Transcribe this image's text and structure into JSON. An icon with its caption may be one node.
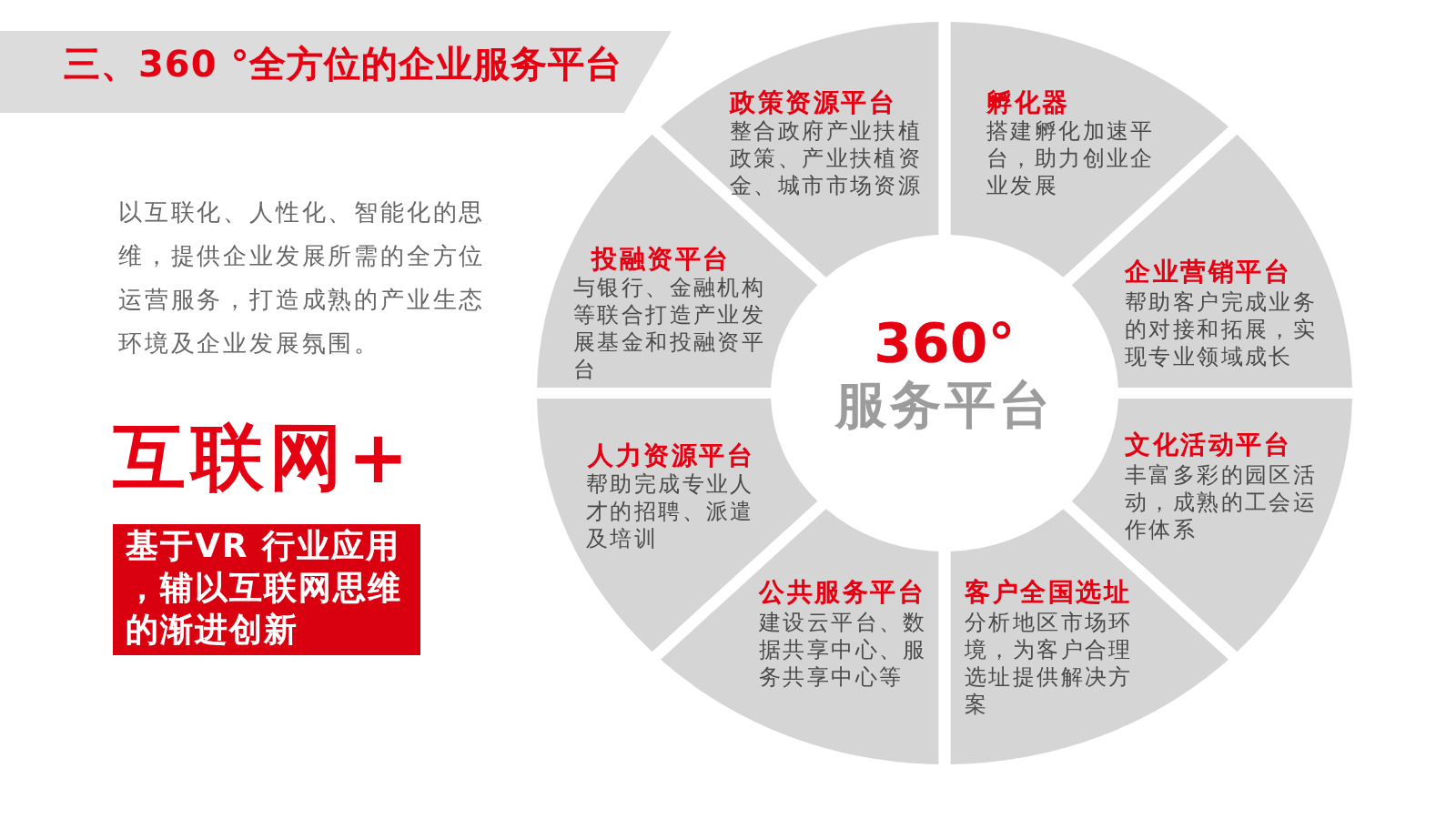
{
  "diagram": {
    "title": "三、360 °全方位的企业服务平台",
    "nodes": [
      {
        "text": [
          "基于VR 行业应用，辅以互联网思维的渐进创新"
        ]
      },
      {
        "text": [
          "360°",
          "服务平台"
        ]
      },
      {
        "text": [
          "政策资源平台",
          "整合政府产业扶植政策、产业扶植资金、城市市场资源"
        ]
      },
      {
        "text": [
          "孵化器",
          "搭建孵化加速平台，助力创业企业发展"
        ]
      },
      {
        "text": [
          "企业营销平台",
          "帮助客户完成业务的对接和拓展，实现专业领域成长"
        ]
      },
      {
        "text": [
          "文化活动平台",
          "丰富多彩的园区活动，成熟的工会运作体系"
        ]
      },
      {
        "text": [
          "客户全国选址",
          "分析地区市场环境，为客户合理选址提供解决方案"
        ]
      },
      {
        "text": [
          "公共服务平台",
          "建设云平台、数据共享中心、服务共享中心等"
        ]
      },
      {
        "text": [
          "人力资源平台",
          "帮助完成专业人才的招聘、派遣及培训"
        ]
      },
      {
        "text": [
          "投融资平台",
          "与银行、金融机构等联合打造产业发展基金和投融资平台"
        ]
      }
    ],
    "labels": [
      "以互联化、人性化、智能化的思维，提供企业发展所需的全方位运营服务，打造成熟的产业生态环境及企业发展氛围。",
      "互联网+"
    ]
  }
}
